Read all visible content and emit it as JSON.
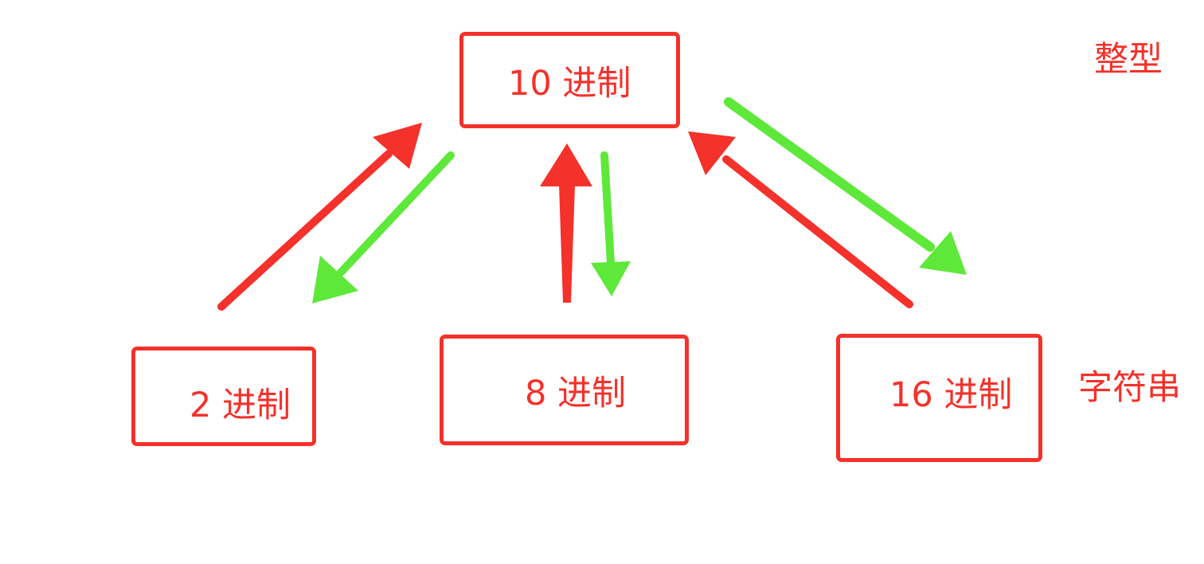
{
  "nodes": {
    "dec": {
      "label": "10 进制"
    },
    "bin": {
      "label": "2 进制"
    },
    "oct": {
      "label": "8 进制"
    },
    "hex": {
      "label": "16 进制"
    }
  },
  "side_labels": {
    "integer": "整型",
    "string": "字符串"
  },
  "colors": {
    "box_border": "#f4312a",
    "text": "#f4312a",
    "to_decimal_arrow": "#f4312a",
    "from_decimal_arrow": "#5ee83a"
  },
  "edges": [
    {
      "from": "bin",
      "to": "dec",
      "color": "red"
    },
    {
      "from": "dec",
      "to": "bin",
      "color": "green"
    },
    {
      "from": "oct",
      "to": "dec",
      "color": "red"
    },
    {
      "from": "dec",
      "to": "oct",
      "color": "green"
    },
    {
      "from": "hex",
      "to": "dec",
      "color": "red"
    },
    {
      "from": "dec",
      "to": "hex",
      "color": "green"
    }
  ]
}
